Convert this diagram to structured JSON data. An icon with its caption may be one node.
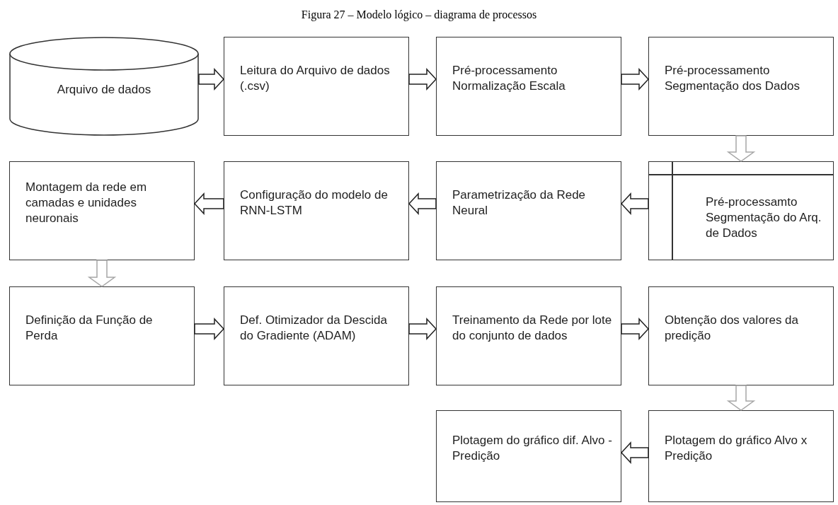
{
  "diagram": {
    "title": "Figura 27 – Modelo lógico – diagrama de processos",
    "nodes": [
      {
        "text": [
          "Arquivo de dados"
        ]
      },
      {
        "text": [
          "Leitura do Arquivo de dados (.csv)"
        ]
      },
      {
        "text": [
          "Pré-processamento Normalização Escala"
        ]
      },
      {
        "text": [
          "Pré-processamento Segmentação dos Dados"
        ]
      },
      {
        "text": [
          "Montagem da rede em camadas e unidades neuronais"
        ]
      },
      {
        "text": [
          "Configuração do modelo de RNN-LSTM"
        ]
      },
      {
        "text": [
          "Parametrização da Rede Neural"
        ]
      },
      {
        "text": [
          "Pré-processamto Segmentação do Arq. de Dados"
        ]
      },
      {
        "text": [
          "Definição da Função de Perda"
        ]
      },
      {
        "text": [
          "Def. Otimizador da Descida do Gradiente (ADAM)"
        ]
      },
      {
        "text": [
          "Treinamento da Rede por lote do conjunto de dados"
        ]
      },
      {
        "text": [
          "Obtenção dos valores da predição"
        ]
      },
      {
        "text": [
          "Plotagem do gráfico dif. Alvo - Predição"
        ]
      },
      {
        "text": [
          "Plotagem do gráfico Alvo x Predição"
        ]
      }
    ],
    "edges": [
      {
        "from": 0,
        "to": 1,
        "arrow": "to"
      },
      {
        "from": 1,
        "to": 2,
        "arrow": "to"
      },
      {
        "from": 2,
        "to": 3,
        "arrow": "to"
      },
      {
        "from": 3,
        "to": 7,
        "arrow": "to",
        "color": "#a6a6a6"
      },
      {
        "from": 7,
        "to": 6,
        "arrow": "to"
      },
      {
        "from": 6,
        "to": 5,
        "arrow": "to"
      },
      {
        "from": 5,
        "to": 4,
        "arrow": "to"
      },
      {
        "from": 4,
        "to": 8,
        "arrow": "to",
        "color": "#a6a6a6"
      },
      {
        "from": 8,
        "to": 9,
        "arrow": "to"
      },
      {
        "from": 9,
        "to": 10,
        "arrow": "to"
      },
      {
        "from": 10,
        "to": 11,
        "arrow": "to"
      },
      {
        "from": 11,
        "to": 13,
        "arrow": "to",
        "color": "#a6a6a6"
      },
      {
        "from": 13,
        "to": 12,
        "arrow": "to"
      }
    ]
  }
}
